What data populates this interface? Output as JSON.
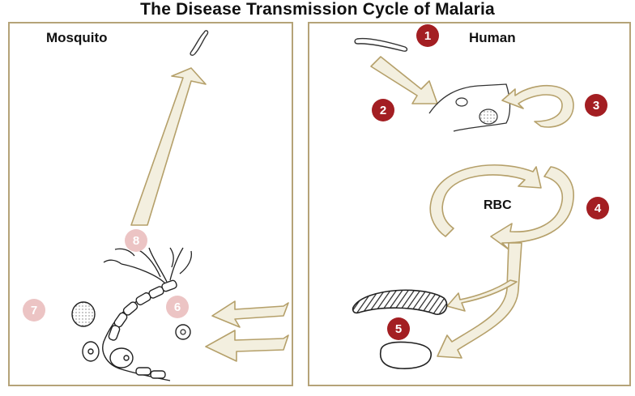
{
  "title": "The Disease Transmission Cycle of Malaria",
  "panels": {
    "left": {
      "label": "Mosquito"
    },
    "right": {
      "label": "Human"
    }
  },
  "center_label": "RBC",
  "steps": [
    "1",
    "2",
    "3",
    "4",
    "5",
    "6",
    "7",
    "8"
  ],
  "colors": {
    "panel_border": "#b5a378",
    "arrow_fill": "#f3efdf",
    "arrow_stroke": "#b5a06a",
    "badge_active": "#a31e22",
    "badge_faded": "#ecc4c4"
  }
}
